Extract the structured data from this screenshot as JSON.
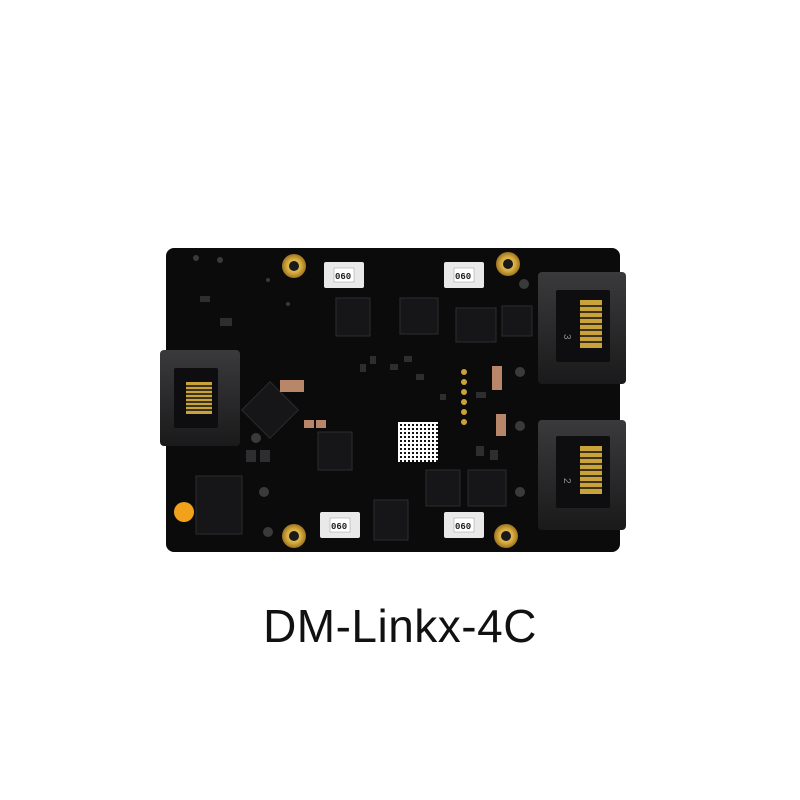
{
  "product": {
    "name": "DM-Linkx-4C"
  },
  "board": {
    "cap_marking": "060",
    "port_markings": [
      "3",
      "2"
    ],
    "colors": {
      "pcb": "#0b0b0c",
      "gold_pad": "#d9b24a",
      "connector_metal": "#2a2a2c",
      "smd_tan": "#b8876a"
    }
  }
}
